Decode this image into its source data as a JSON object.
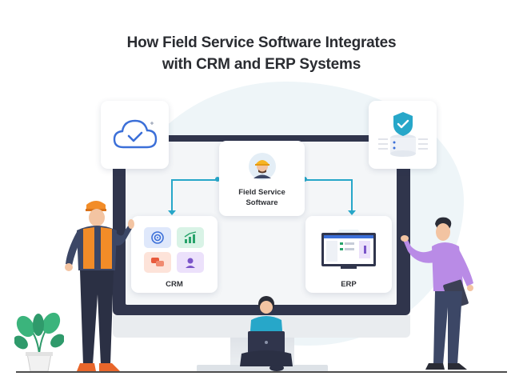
{
  "title": {
    "line1": "How Field Service Software Integrates",
    "line2": "with CRM and ERP Systems"
  },
  "nodes": {
    "center": {
      "line1": "Field Service",
      "line2": "Software",
      "icon": "technician-avatar-icon"
    },
    "crm": {
      "label": "CRM",
      "icons": [
        "target-icon",
        "growth-chart-icon",
        "chat-bubbles-icon",
        "support-agent-icon"
      ]
    },
    "erp": {
      "label": "ERP",
      "icon": "dashboard-screen-icon"
    },
    "cloud": {
      "icon": "cloud-check-icon"
    },
    "security": {
      "icon": "shield-database-icon"
    }
  },
  "colors": {
    "accent": "#27a7c9",
    "monitor": "#30354c",
    "background_blob": "#eef5f8",
    "worker_vest": "#f28c28",
    "person_shirt": "#b98be6"
  },
  "illustrations": [
    "worker-figure",
    "seated-person-with-laptop",
    "presenter-figure",
    "potted-plant"
  ]
}
